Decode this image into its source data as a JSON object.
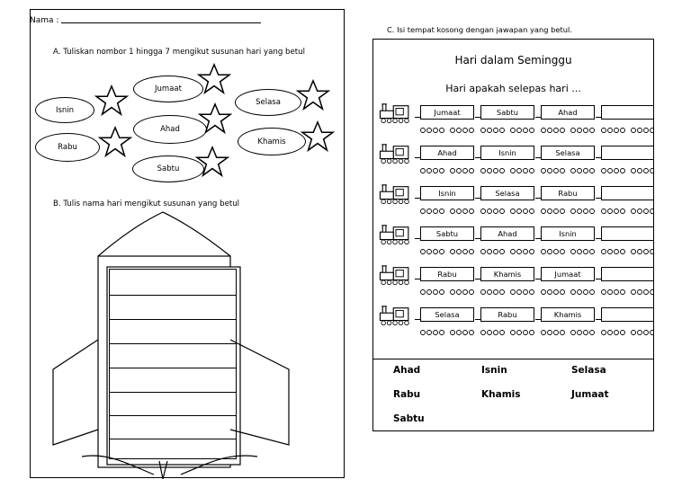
{
  "worksheet_left": {
    "name_label": "Nama :",
    "instruction_a": "A.  Tuliskan nombor 1 hingga 7 mengikut susunan hari yang betul",
    "instruction_b": "B.  Tulis nama hari mengikut susunan yang betul",
    "day_ovals": [
      "Isnin",
      "Jumaat",
      "Ahad",
      "Selasa",
      "Rabu",
      "Khamis",
      "Sabtu"
    ]
  },
  "worksheet_right": {
    "instruction_c": "C.  Isi tempat kosong dengan jawapan yang betul.",
    "heading": "Hari dalam Seminggu",
    "question": "Hari apakah selepas hari ...",
    "trains": [
      [
        "Jumaat",
        "Sabtu",
        "Ahad",
        ""
      ],
      [
        "Ahad",
        "Isnin",
        "Selasa",
        ""
      ],
      [
        "Isnin",
        "Selasa",
        "Rabu",
        ""
      ],
      [
        "Sabtu",
        "Ahad",
        "Isnin",
        ""
      ],
      [
        "Rabu",
        "Khamis",
        "Jumaat",
        ""
      ],
      [
        "Selasa",
        "Rabu",
        "Khamis",
        ""
      ]
    ],
    "word_bank": [
      "Ahad",
      "Isnin",
      "Selasa",
      "Rabu",
      "Khamis",
      "Jumaat",
      "Sabtu"
    ]
  }
}
